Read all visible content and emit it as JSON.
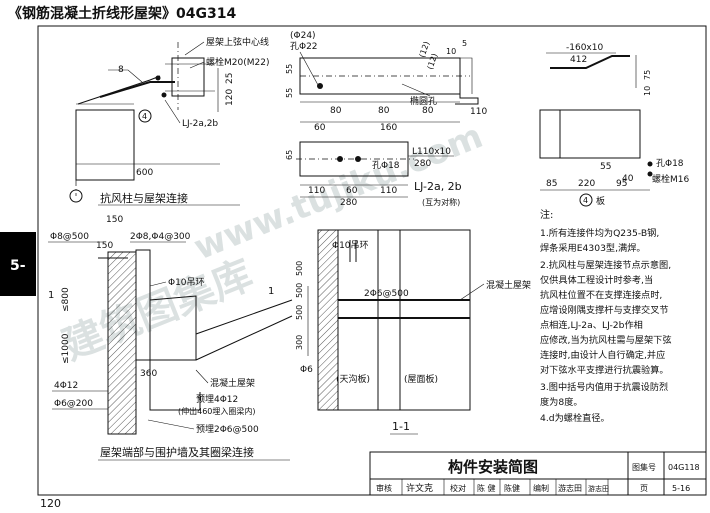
{
  "header": {
    "title": "《钢筋混凝土折线形屋架》04G314"
  },
  "side_tab": {
    "label": "5-"
  },
  "page_number": "120",
  "watermark": {
    "text1": "建筑图集库",
    "text2": "www.tujiku.com"
  },
  "views": {
    "wind_column": {
      "caption": "抗风柱与屋架连接",
      "lbl_center": "屋架上弦中心线",
      "lbl_bolt": "螺栓M20(M22)",
      "lbl_weld": "8",
      "lbl_circle": "4",
      "lbl_part": "LJ-2a,2b",
      "dim_120": "120",
      "dim_25": "25",
      "dim_600": "600"
    },
    "bracket": {
      "lbl_hole_d": "(Φ24)",
      "lbl_hole": "孔Φ22",
      "lbl_slot": "椭圆孔",
      "dims_top": [
        "80",
        "80",
        "80"
      ],
      "dim_160": "160",
      "dims_side": [
        "55",
        "55"
      ],
      "dim_5": "5",
      "dims_weld": [
        "(12)",
        "(12)",
        "10"
      ],
      "dim_110": "110",
      "dim_60": "60",
      "lbl_angle": "L110x10",
      "lbl_hole2": "孔Φ18",
      "dim_280": "280",
      "dims_bot": [
        "110",
        "60",
        "110"
      ],
      "dim_280b": "280",
      "dim_65": "65",
      "part": "LJ-2a, 2b",
      "part_note": "(互为对称)"
    },
    "plate": {
      "lbl_plate": "-160x10",
      "dim_412": "412",
      "dim_75": "75",
      "dim_10": "10",
      "dims_bot": [
        "85",
        "220",
        "95"
      ],
      "dim_40": "40",
      "dim_55": "55",
      "lbl_hole": "孔Φ18",
      "lbl_bolt": "螺栓M16",
      "circle": "4",
      "circle_label": "板"
    },
    "section": {
      "lbl_ring": "Φ10吊环",
      "lbl_bar": "2Φ6@500",
      "lbl_truss": "混凝土屋架",
      "lbl_phi6": "Φ6",
      "dim_300": "300",
      "dims_500": [
        "500",
        "500",
        "500"
      ],
      "region1": "(天沟板)",
      "region2": "(屋面板)",
      "caption": "1-1"
    },
    "truss_end": {
      "lbl_phi8": "Φ8@500",
      "dim_150": "150",
      "dim_150b": "150",
      "lbl_bars": "2Φ8,Φ4@300",
      "lbl_ring": "Φ10吊环",
      "lbl_le800": "≤800",
      "lbl_le1000": "≤1000",
      "lbl_4phi12": "4Φ12",
      "lbl_phi6": "Φ6@200",
      "lbl_360": "360",
      "lbl_truss": "混凝土屋架",
      "lbl_pre": "预埋4Φ12",
      "lbl_pre_note": "(伸出460埋入圈梁内)",
      "lbl_pre2": "预埋2Φ6@500",
      "mark1": "1",
      "mark2": "1",
      "caption": "屋架端部与围护墙及其圈梁连接"
    }
  },
  "notes": {
    "title": "注:",
    "items": [
      "1.所有连接件均为Q235-B钢,",
      "   焊条采用E4303型,满焊。",
      "2.抗风柱与屋架连接节点示意图,",
      "   仅供具体工程设计时参考,当",
      "   抗风柱位置不在支撑连接点时,",
      "   应增设刚隅支撑杆与支撑交叉节",
      "   点相连,LJ-2a、LJ-2b作相",
      "   应修改,当为抗风柱需与屋架下弦",
      "   连接时,由设计人自行确定,并应",
      "   对下弦水平支撑进行抗震验算。",
      "3.图中括号内值用于抗震设防烈",
      "   度为8度。",
      "4.d为螺栓直径。"
    ]
  },
  "title_block": {
    "title": "构件安装简图",
    "atlas_label": "图集号",
    "atlas_value": "04G118",
    "review_label": "审核",
    "review_name": "许文克",
    "check_label": "校对",
    "check_name": "陈 健",
    "draw_sig": "陈健",
    "design_label": "编制",
    "design_name": "游志田",
    "design_sig": "游志田",
    "page_label": "页",
    "page_value": "5-16"
  }
}
